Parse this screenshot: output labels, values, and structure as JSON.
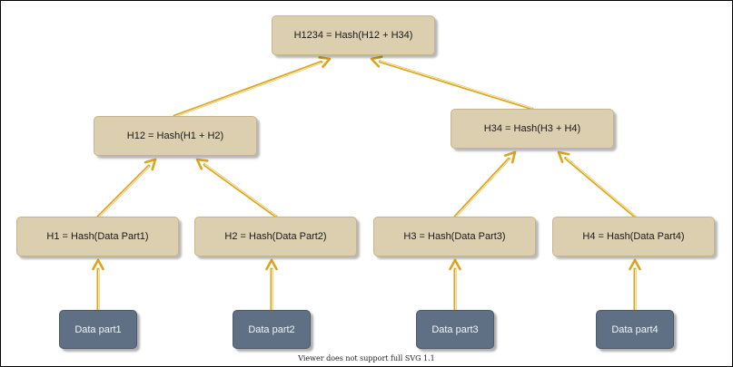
{
  "diagram": {
    "nodes": {
      "root": "H1234 = Hash(H12 + H34)",
      "h12": "H12 = Hash(H1 + H2)",
      "h34": "H34 = Hash(H3 + H4)",
      "h1": "H1 = Hash(Data Part1)",
      "h2": "H2 = Hash(Data Part2)",
      "h3": "H3 = Hash(Data Part3)",
      "h4": "H4 = Hash(Data Part4)",
      "d1": "Data part1",
      "d2": "Data part2",
      "d3": "Data part3",
      "d4": "Data part4"
    },
    "edges": [
      [
        "d1",
        "h1"
      ],
      [
        "d2",
        "h2"
      ],
      [
        "d3",
        "h3"
      ],
      [
        "d4",
        "h4"
      ],
      [
        "h1",
        "h12"
      ],
      [
        "h2",
        "h12"
      ],
      [
        "h3",
        "h34"
      ],
      [
        "h4",
        "h34"
      ],
      [
        "h12",
        "root"
      ],
      [
        "h34",
        "root"
      ]
    ],
    "colors": {
      "hash_fill": "#dccfb0",
      "hash_border": "#c7b48c",
      "data_fill": "#5f7085",
      "edge": "#daa520",
      "edge_highlight": "#fff3cc"
    }
  },
  "footer": "Viewer does not support full SVG 1.1"
}
